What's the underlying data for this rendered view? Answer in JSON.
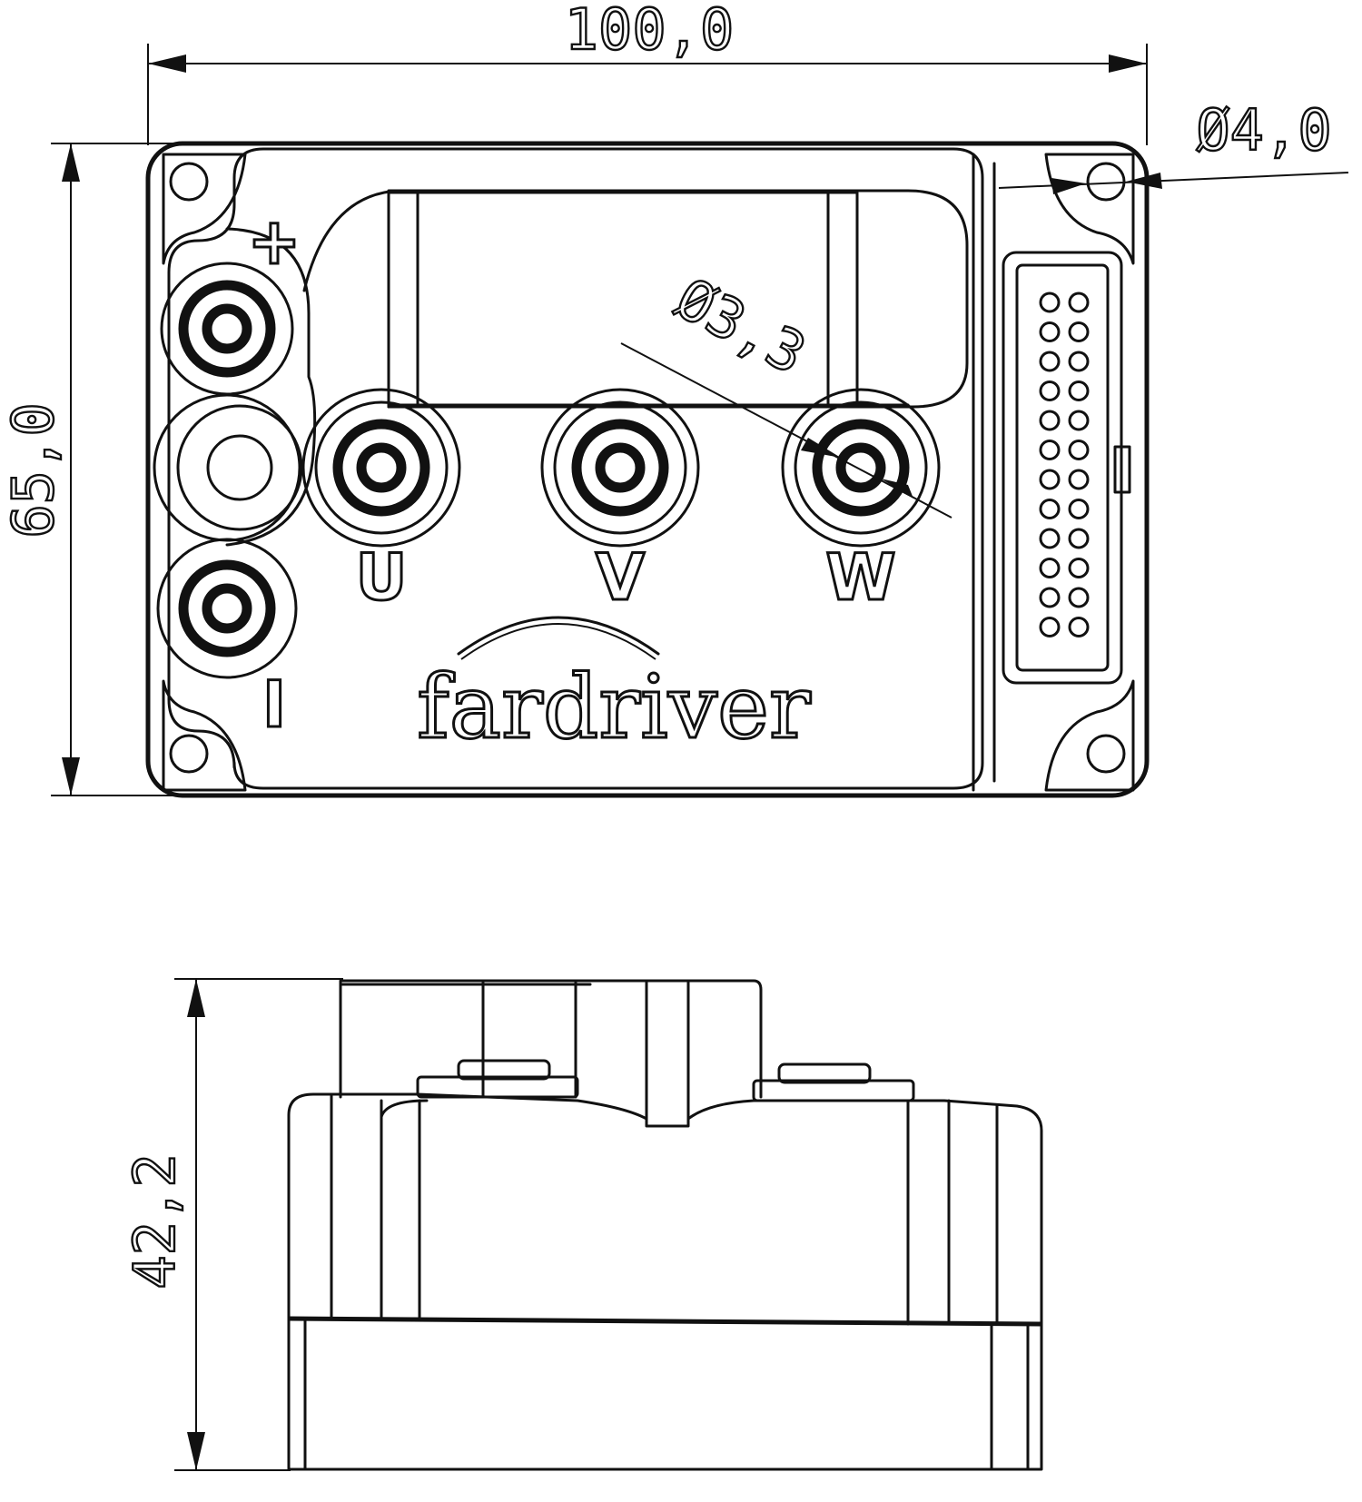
{
  "dimensions": {
    "width": "100,0",
    "height": "65,0",
    "depth": "42,2",
    "mount_hole_dia": "Ø4,0",
    "terminal_hole_dia": "Ø3,3"
  },
  "terminals": {
    "positive": "+",
    "negative": "I",
    "phase_u": "U",
    "phase_v": "V",
    "phase_w": "W"
  },
  "brand": "fardriver",
  "connector": {
    "pin_rows": 12,
    "pin_cols": 2
  }
}
